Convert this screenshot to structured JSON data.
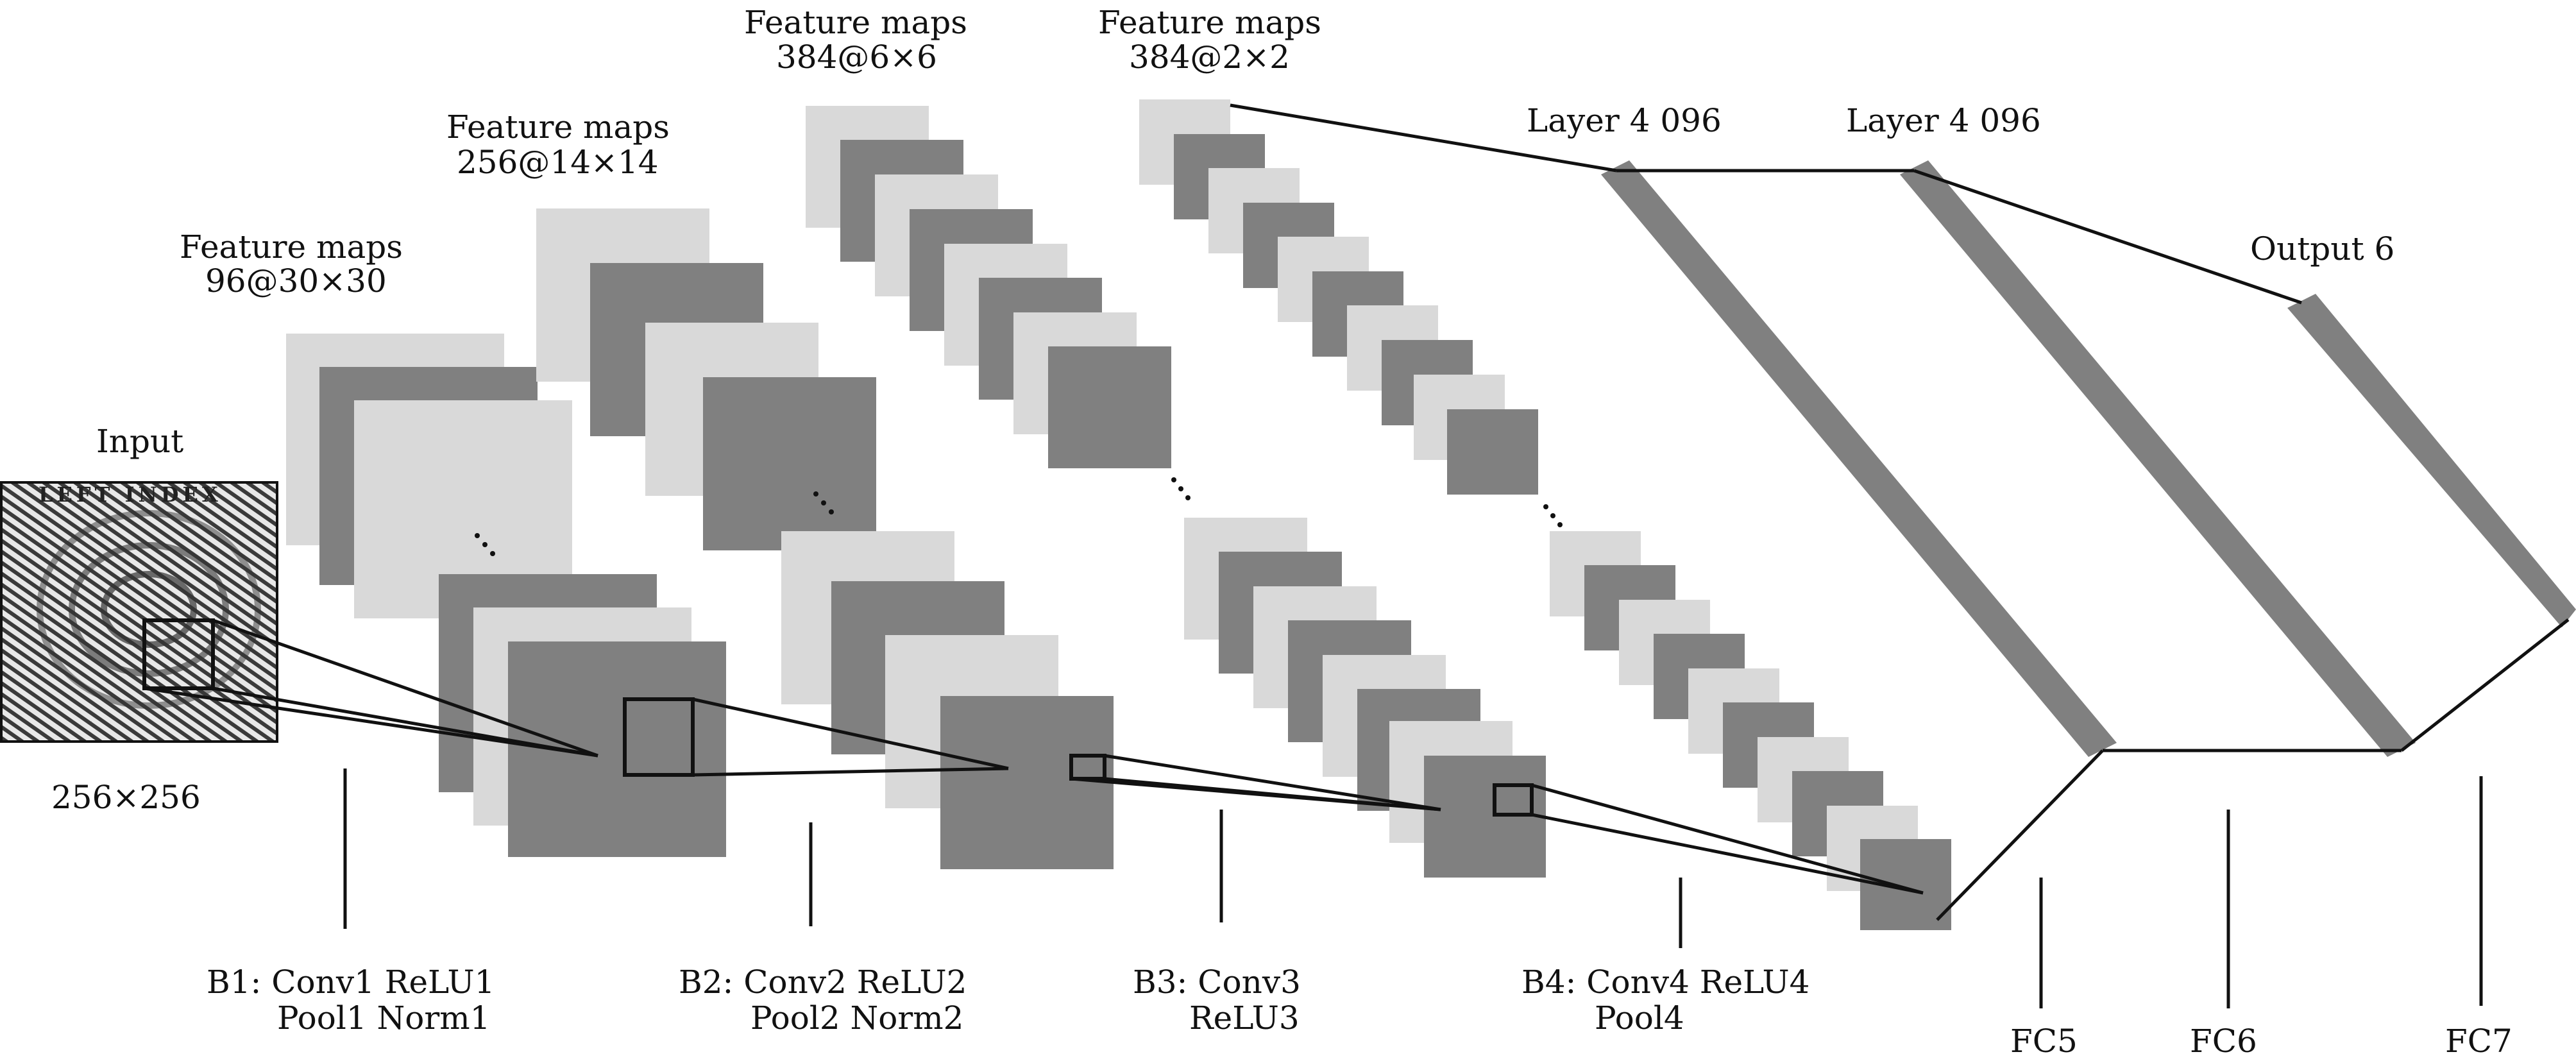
{
  "input": {
    "label": "Input",
    "size": "256×256",
    "image_text": "LEFT INDEX"
  },
  "stages": {
    "fm1": {
      "title": "Feature maps",
      "dims": "96@30×30"
    },
    "fm2": {
      "title": "Feature maps",
      "dims": "256@14×14"
    },
    "fm3": {
      "title": "Feature maps",
      "dims": "384@6×6"
    },
    "fm4": {
      "title": "Feature maps",
      "dims": "384@2×2"
    }
  },
  "fc_layers": {
    "layer1": "Layer 4 096",
    "layer2": "Layer 4 096",
    "output": "Output 6"
  },
  "blocks": {
    "b1": {
      "line1": "B1: Conv1 ReLU1",
      "line2": "Pool1 Norm1"
    },
    "b2": {
      "line1": "B2: Conv2 ReLU2",
      "line2": "Pool2 Norm2"
    },
    "b3": {
      "line1": "B3: Conv3",
      "line2": "ReLU3"
    },
    "b4": {
      "line1": "B4: Conv4 ReLU4",
      "line2": "Pool4"
    }
  },
  "fc_labels": {
    "fc5": "FC5",
    "fc6": "FC6",
    "fc7": "FC7"
  },
  "colors": {
    "light_map": "#d9d9d9",
    "dark_map": "#808080",
    "line": "#111111"
  }
}
